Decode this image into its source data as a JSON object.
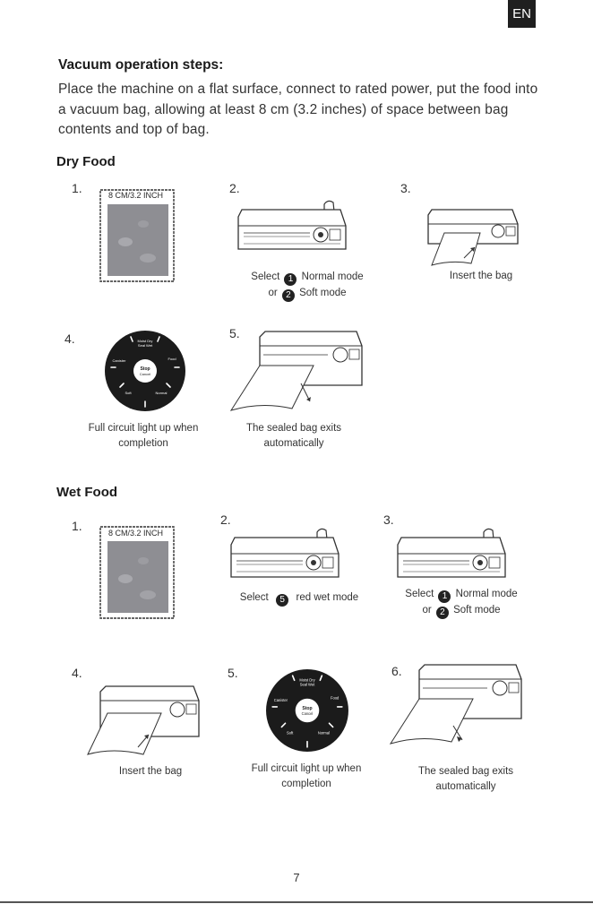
{
  "lang": "EN",
  "heading": "Vacuum operation steps:",
  "intro": "Place the machine on a flat surface, connect to rated power, put the food into a vacuum bag, allowing at least 8 cm (3.2 inches) of space between bag contents and top of bag.",
  "bag_label": "8 CM/3.2 INCH",
  "panel": {
    "top": "Moist Dry",
    "top2": "Seal Wet",
    "center": "Stop",
    "center2": "Cancel",
    "right": "Food",
    "left": "Canister",
    "bl": "Soft",
    "br": "Normal"
  },
  "dry": {
    "title": "Dry Food",
    "s1": "1.",
    "s2": "2.",
    "s3": "3.",
    "s4": "4.",
    "s5": "5.",
    "s2_select": "Select",
    "s2_badge1": "1",
    "s2_normal": "Normal mode",
    "s2_or": "or",
    "s2_badge2": "2",
    "s2_soft": "Soft mode",
    "s3_cap": "Insert the bag",
    "s4_cap1": "Full circuit light up when",
    "s4_cap2": "completion",
    "s5_cap1": "The sealed bag exits",
    "s5_cap2": "automatically"
  },
  "wet": {
    "title": "Wet Food",
    "s1": "1.",
    "s2": "2.",
    "s3": "3.",
    "s4": "4.",
    "s5": "5.",
    "s6": "6.",
    "s2_select": "Select",
    "s2_badge": "5",
    "s2_mode": "red wet mode",
    "s3_select": "Select",
    "s3_badge1": "1",
    "s3_normal": "Normal mode",
    "s3_or": "or",
    "s3_badge2": "2",
    "s3_soft": "Soft mode",
    "s4_cap": "Insert the bag",
    "s5_cap1": "Full circuit light up when",
    "s5_cap2": "completion",
    "s6_cap1": "The sealed bag exits",
    "s6_cap2": "automatically"
  },
  "page_number": "7"
}
